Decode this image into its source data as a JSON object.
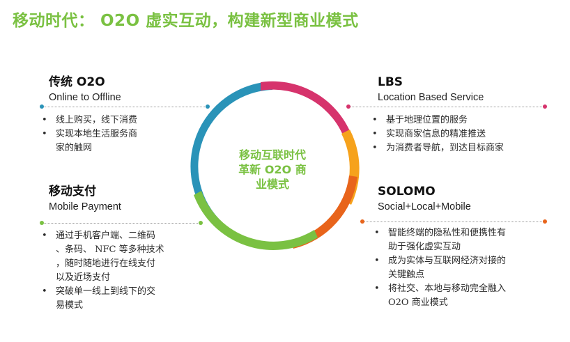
{
  "title": "移动时代： O2O  虚实互动，构建新型商业模式",
  "center": {
    "lines": [
      "移动互联时代",
      "革新 O2O 商",
      "业模式"
    ]
  },
  "colors": {
    "accent": "#7ac142",
    "ring_teal": "#2a93b8",
    "ring_pink": "#d6336c",
    "ring_yellow": "#f6a21c",
    "ring_orange": "#e8641b",
    "ring_green": "#7ac142"
  },
  "blocks": [
    {
      "id": "o2o",
      "title": "传统 O2O",
      "subtitle": "Online to Offline",
      "items": [
        [
          "线上购买，线下消费"
        ],
        [
          "实现本地生活服务商",
          "家的触网"
        ]
      ]
    },
    {
      "id": "lbs",
      "title": "LBS",
      "subtitle": "Location Based Service",
      "items": [
        [
          "基于地理位置的服务"
        ],
        [
          "实现商家信息的精准推送"
        ],
        [
          "为消费者导航，到达目标商家"
        ]
      ]
    },
    {
      "id": "payment",
      "title": "移动支付",
      "subtitle": "Mobile Payment",
      "items": [
        [
          "通过手机客户端、二维码",
          "、条码、 NFC 等多种技术",
          "，随时随地进行在线支付",
          "以及近场支付"
        ],
        [
          "突破单一线上到线下的交",
          "易模式"
        ]
      ]
    },
    {
      "id": "solomo",
      "title": "SOLOMO",
      "subtitle": "Social+Local+Mobile",
      "items": [
        [
          "智能终端的隐私性和便携性有",
          "助于强化虚实互动"
        ],
        [
          "成为实体与互联网经济对接的",
          "关键触点"
        ],
        [
          "将社交、本地与移动完全融入",
          "O2O 商业模式"
        ]
      ]
    }
  ]
}
